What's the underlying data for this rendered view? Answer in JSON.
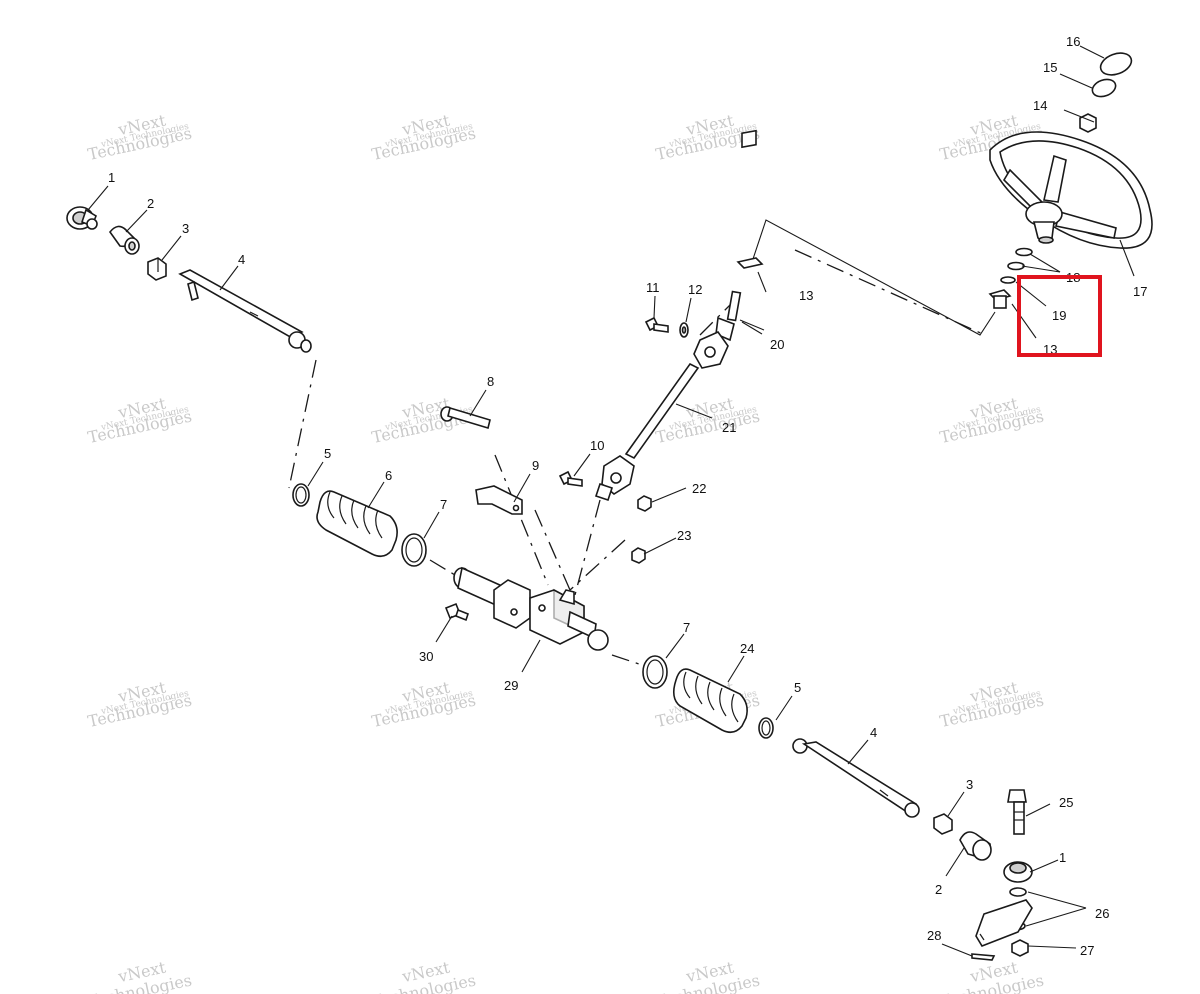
{
  "watermark": {
    "line1": "vNext",
    "line2": "Technologies",
    "line3": "vNext Technologies"
  },
  "callouts": [
    {
      "id": "c1a",
      "text": "1"
    },
    {
      "id": "c2a",
      "text": "2"
    },
    {
      "id": "c3a",
      "text": "3"
    },
    {
      "id": "c4a",
      "text": "4"
    },
    {
      "id": "c5a",
      "text": "5"
    },
    {
      "id": "c6",
      "text": "6"
    },
    {
      "id": "c7a",
      "text": "7"
    },
    {
      "id": "c8",
      "text": "8"
    },
    {
      "id": "c9",
      "text": "9"
    },
    {
      "id": "c10",
      "text": "10"
    },
    {
      "id": "c11",
      "text": "11"
    },
    {
      "id": "c12",
      "text": "12"
    },
    {
      "id": "c13a",
      "text": "13"
    },
    {
      "id": "c13b",
      "text": "13"
    },
    {
      "id": "c14",
      "text": "14"
    },
    {
      "id": "c15",
      "text": "15"
    },
    {
      "id": "c16",
      "text": "16"
    },
    {
      "id": "c17",
      "text": "17"
    },
    {
      "id": "c18",
      "text": "18"
    },
    {
      "id": "c19",
      "text": "19"
    },
    {
      "id": "c20",
      "text": "20"
    },
    {
      "id": "c21",
      "text": "21"
    },
    {
      "id": "c22",
      "text": "22"
    },
    {
      "id": "c23",
      "text": "23"
    },
    {
      "id": "c24",
      "text": "24"
    },
    {
      "id": "c5b",
      "text": "5"
    },
    {
      "id": "c7b",
      "text": "7"
    },
    {
      "id": "c4b",
      "text": "4"
    },
    {
      "id": "c3b",
      "text": "3"
    },
    {
      "id": "c25",
      "text": "25"
    },
    {
      "id": "c1b",
      "text": "1"
    },
    {
      "id": "c2b",
      "text": "2"
    },
    {
      "id": "c26",
      "text": "26"
    },
    {
      "id": "c27",
      "text": "27"
    },
    {
      "id": "c28",
      "text": "28"
    },
    {
      "id": "c29",
      "text": "29"
    },
    {
      "id": "c30",
      "text": "30"
    }
  ],
  "colors": {
    "highlight": "#e0141e",
    "ink": "#1a1a1a",
    "watermark": "#c9c9c9"
  },
  "highlight": {
    "callout": "19"
  }
}
